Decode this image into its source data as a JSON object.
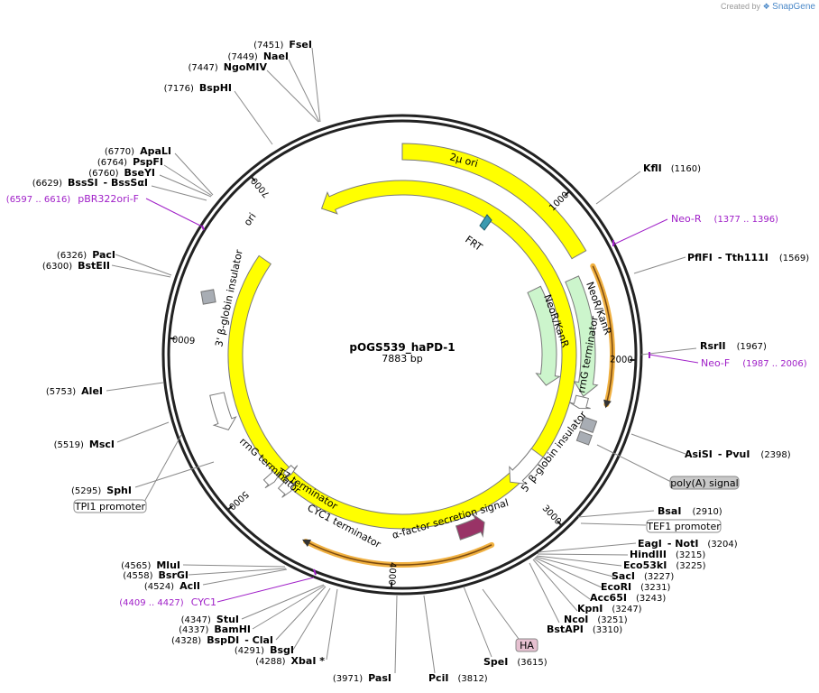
{
  "watermark": {
    "prefix": "Created by",
    "brand": "SnapGene"
  },
  "plasmid": {
    "name": "pOGS539_haPD-1",
    "size_label": "7883 bp",
    "length": 7883
  },
  "colors": {
    "backbone": "#222222",
    "label_line": "#8a8a8a",
    "primer": "#a020c8",
    "feature_outline": "#8a8a8a"
  },
  "ticks": [
    {
      "label": "1000",
      "bp": 1000
    },
    {
      "label": "2000",
      "bp": 2000
    },
    {
      "label": "3000",
      "bp": 3000
    },
    {
      "label": "4000",
      "bp": 4000
    },
    {
      "label": "5000",
      "bp": 5000
    },
    {
      "label": "6000",
      "bp": 6000
    },
    {
      "label": "7000",
      "bp": 7000
    }
  ],
  "arcs": [
    {
      "name": "2µ ori",
      "start": 7883,
      "end": 1325,
      "color": "#ffff00",
      "dir": 0
    },
    {
      "name": "ori",
      "start": 7250,
      "end": 6670,
      "color": "#ffff00",
      "dir": -1
    },
    {
      "name": "NeoR/KanR",
      "start": 1445,
      "end": 2255,
      "color": "#ccf5cc",
      "dir": 1,
      "r": "outer"
    },
    {
      "name": "NeoR/KanR",
      "start": 1395,
      "end": 2235,
      "color": "#ccf5cc",
      "dir": 1,
      "r": "inner"
    },
    {
      "name": "rrnG terminator",
      "start": 2260,
      "end": 2340,
      "color": "#ffffff",
      "dir": 1
    },
    {
      "name": "5' β-globin insulator",
      "start": 2760,
      "end": 3060,
      "color": "#ffffff",
      "dir": 1
    },
    {
      "name": "α-factor secretion signal",
      "start": 3370,
      "end": 3560,
      "color": "#993366",
      "dir": -1
    },
    {
      "name": "CYC1 terminator",
      "start": 4800,
      "end": 4880,
      "color": "#ffffff",
      "dir": -1
    },
    {
      "name": "T7 terminator",
      "start": 4880,
      "end": 4930,
      "color": "#ffffff",
      "dir": -1
    },
    {
      "name": "rrnG terminator",
      "start": 4930,
      "end": 4990,
      "color": "#ffffff",
      "dir": -1
    },
    {
      "name": "3' β-globin insulator",
      "start": 5400,
      "end": 5650,
      "color": "#ffffff",
      "dir": -1
    }
  ],
  "orange_arcs": [
    {
      "start": 1425,
      "end": 2270
    },
    {
      "start": 3390,
      "end": 4540
    }
  ],
  "features": [
    {
      "label": "FRT",
      "kind": "frt"
    },
    {
      "label": "2µ ori"
    },
    {
      "label": "ori"
    },
    {
      "label": "NeoR/KanR"
    },
    {
      "label": "NeoR/KanR"
    },
    {
      "label": "rrnG terminator"
    },
    {
      "label": "5' β-globin insulator"
    },
    {
      "label": "α-factor secretion signal"
    },
    {
      "label": "CYC1 terminator"
    },
    {
      "label": "T7 terminator"
    },
    {
      "label": "rrnG terminator"
    },
    {
      "label": "3' β-globin insulator"
    }
  ],
  "boxed_labels": [
    {
      "label": "poly(A) signal",
      "fill": "#c8c8c8"
    },
    {
      "label": "TEF1 promoter",
      "fill": "#ffffff"
    },
    {
      "label": "TPI1 promoter",
      "fill": "#ffffff"
    },
    {
      "label": "HA",
      "fill": "#e6c0d0"
    }
  ],
  "enzymes_right": [
    {
      "name": "KflI",
      "pos": "(1160)"
    },
    {
      "name": "PflFI",
      "name2": "- Tth111I",
      "pos": "(1569)"
    },
    {
      "name": "RsrII",
      "pos": "(1967)"
    },
    {
      "name": "AsiSI",
      "name2": "- PvuI",
      "pos": "(2398)"
    },
    {
      "name": "BsaI",
      "pos": "(2910)"
    },
    {
      "name": "EagI",
      "name2": "- NotI",
      "pos": "(3204)"
    },
    {
      "name": "HindIII",
      "pos": "(3215)"
    },
    {
      "name": "Eco53kI",
      "pos": "(3225)"
    },
    {
      "name": "SacI",
      "pos": "(3227)"
    },
    {
      "name": "EcoRI",
      "pos": "(3231)"
    },
    {
      "name": "Acc65I",
      "pos": "(3243)"
    },
    {
      "name": "KpnI",
      "pos": "(3247)"
    },
    {
      "name": "NcoI",
      "pos": "(3251)"
    },
    {
      "name": "BstAPI",
      "pos": "(3310)"
    },
    {
      "name": "SpeI",
      "pos": "(3615)"
    },
    {
      "name": "PciI",
      "pos": "(3812)"
    }
  ],
  "enzymes_left": [
    {
      "name": "FseI",
      "pos": "(7451)"
    },
    {
      "name": "NaeI",
      "pos": "(7449)"
    },
    {
      "name": "NgoMIV",
      "pos": "(7447)"
    },
    {
      "name": "BspHI",
      "pos": "(7176)"
    },
    {
      "name": "ApaLI",
      "pos": "(6770)"
    },
    {
      "name": "PspFI",
      "pos": "(6764)"
    },
    {
      "name": "BseYI",
      "pos": "(6760)"
    },
    {
      "name": "BssSI",
      "name2": "- BssSαI",
      "pos": "(6629)"
    },
    {
      "name": "PacI",
      "pos": "(6326)"
    },
    {
      "name": "BstEII",
      "pos": "(6300)"
    },
    {
      "name": "AleI",
      "pos": "(5753)"
    },
    {
      "name": "MscI",
      "pos": "(5519)"
    },
    {
      "name": "SphI",
      "pos": "(5295)"
    },
    {
      "name": "MluI",
      "pos": "(4565)"
    },
    {
      "name": "BsrGI",
      "pos": "(4558)"
    },
    {
      "name": "AclI",
      "pos": "(4524)"
    },
    {
      "name": "StuI",
      "pos": "(4347)"
    },
    {
      "name": "BamHI",
      "pos": "(4337)"
    },
    {
      "name": "BspDI",
      "name2": "- ClaI",
      "pos": "(4328)"
    },
    {
      "name": "BsgI",
      "pos": "(4291)"
    },
    {
      "name": "XbaI *",
      "pos": "(4288)"
    },
    {
      "name": "PasI",
      "pos": "(3971)"
    }
  ],
  "primers": [
    {
      "name": "Neo-R",
      "pos": "(1377 .. 1396)"
    },
    {
      "name": "Neo-F",
      "pos": "(1987 .. 2006)"
    },
    {
      "name": "pBR322ori-F",
      "pos": "(6597 .. 6616)"
    },
    {
      "name": "CYC1",
      "pos": "(4409 .. 4427)"
    }
  ]
}
